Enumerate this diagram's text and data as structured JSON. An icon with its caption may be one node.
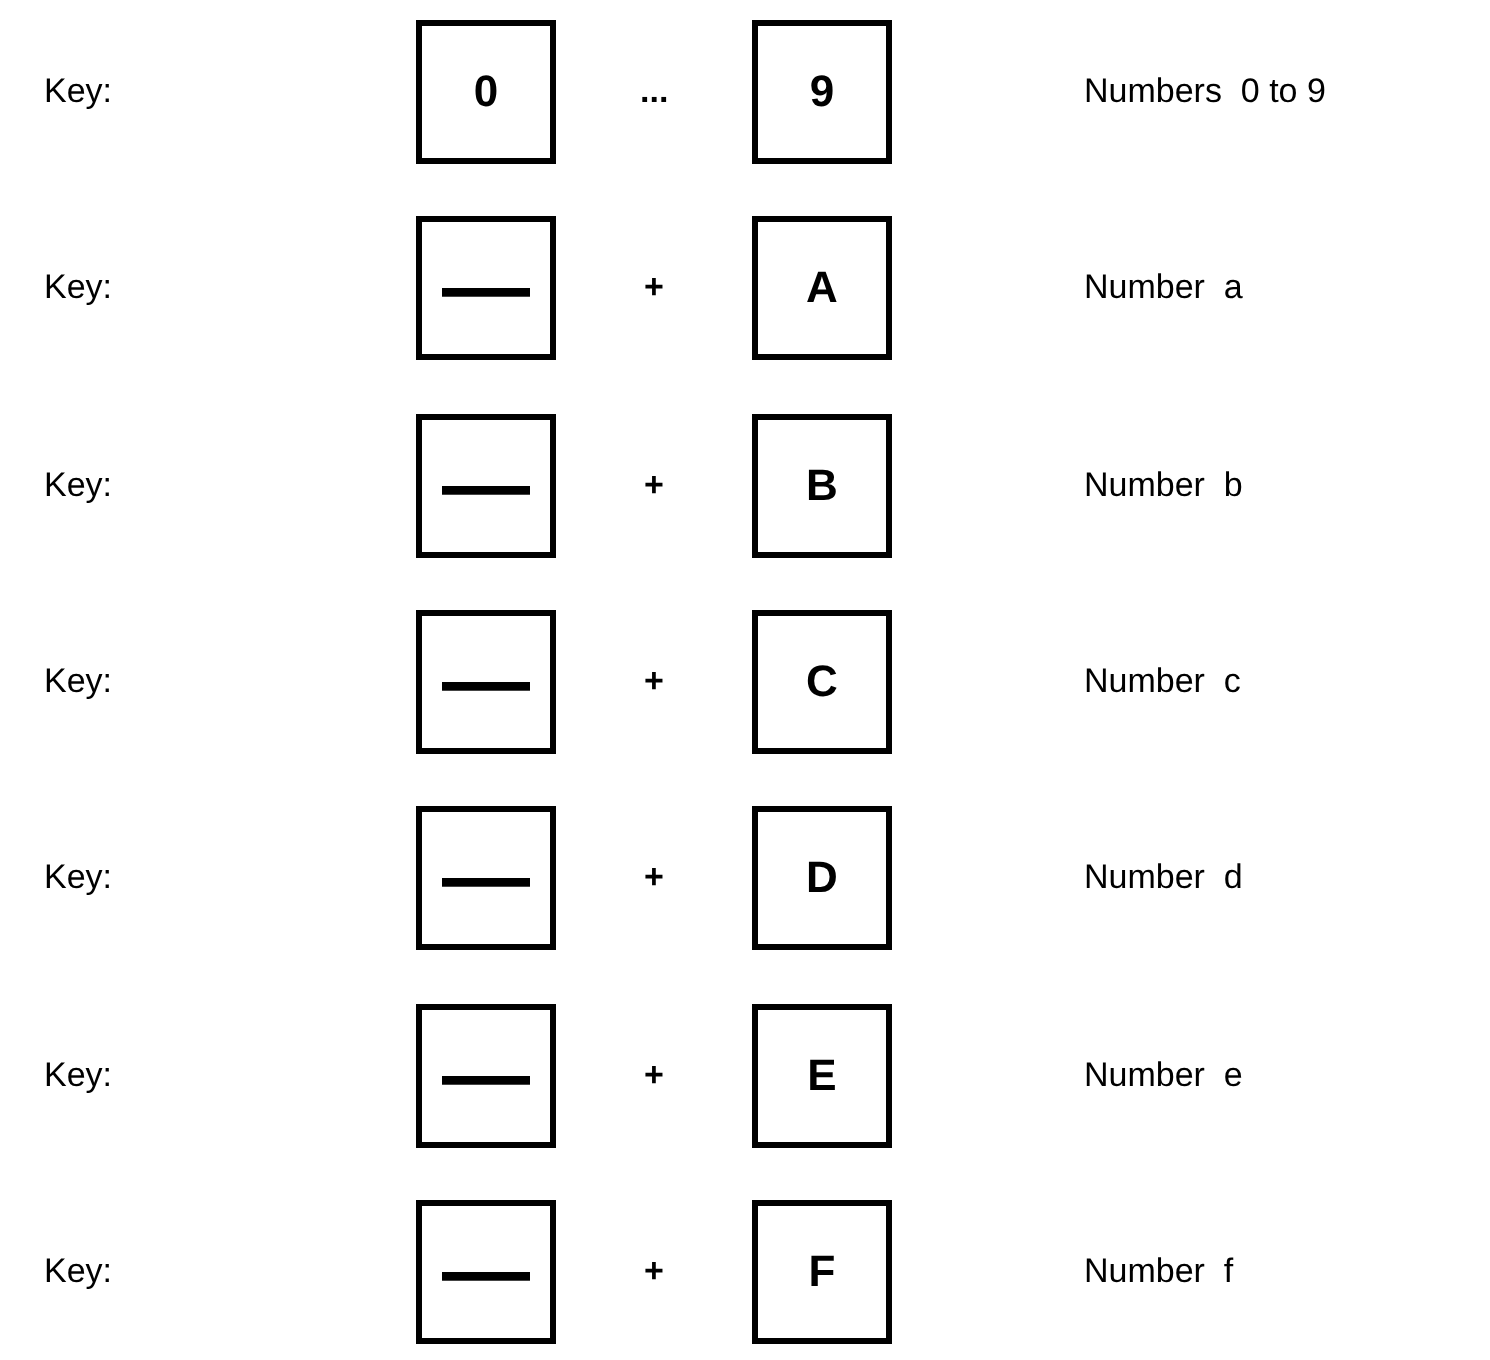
{
  "diagram": {
    "nodes": [
      {
        "text": [
          "0"
        ]
      },
      {
        "text": [
          "9"
        ]
      },
      {
        "text": [
          "—"
        ]
      },
      {
        "text": [
          "A"
        ]
      },
      {
        "text": [
          "—"
        ]
      },
      {
        "text": [
          "B"
        ]
      },
      {
        "text": [
          "—"
        ]
      },
      {
        "text": [
          "C"
        ]
      },
      {
        "text": [
          "—"
        ]
      },
      {
        "text": [
          "D"
        ]
      },
      {
        "text": [
          "—"
        ]
      },
      {
        "text": [
          "E"
        ]
      },
      {
        "text": [
          "—"
        ]
      },
      {
        "text": [
          "F"
        ]
      }
    ],
    "edges": [],
    "labels": [
      "Key:",
      "...",
      "Numbers  0 to 9",
      "Key:",
      "+",
      "Number  a",
      "Key:",
      "+",
      "Number  b",
      "Key:",
      "+",
      "Number  c",
      "Key:",
      "+",
      "Number  d",
      "Key:",
      "+",
      "Number  e",
      "Key:",
      "+",
      "Number  f"
    ]
  }
}
